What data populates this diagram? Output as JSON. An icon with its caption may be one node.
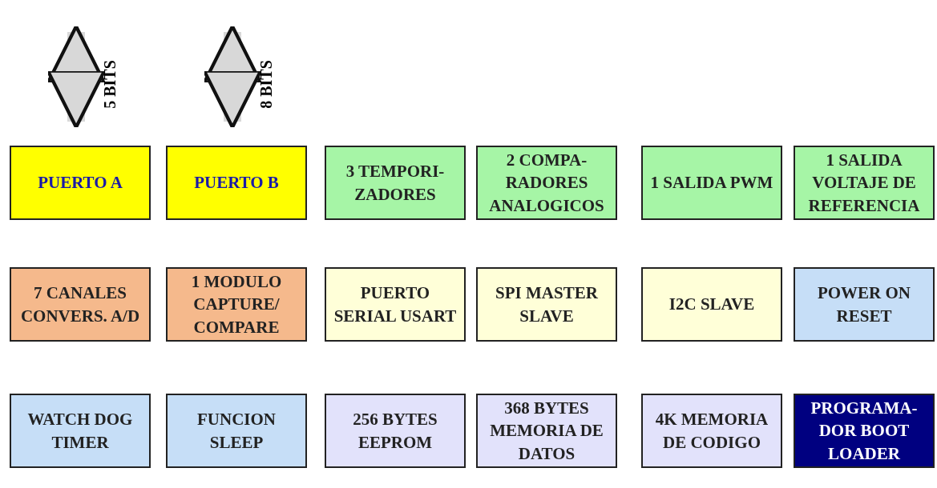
{
  "diagram": {
    "nodes": [
      {
        "text": [
          "PUERTO A"
        ]
      },
      {
        "text": [
          "PUERTO B"
        ]
      },
      {
        "text": [
          "3 TEMPORI- ZADORES"
        ]
      },
      {
        "text": [
          "2 COMPA- RADORES ANALOGICOS"
        ]
      },
      {
        "text": [
          "1 SALIDA PWM"
        ]
      },
      {
        "text": [
          "1 SALIDA VOLTAJE DE REFERENCIA"
        ]
      },
      {
        "text": [
          "7 CANALES CONVERS. A/D"
        ]
      },
      {
        "text": [
          "1 MODULO CAPTURE/ COMPARE"
        ]
      },
      {
        "text": [
          "PUERTO SERIAL USART"
        ]
      },
      {
        "text": [
          "SPI MASTER SLAVE"
        ]
      },
      {
        "text": [
          "I2C SLAVE"
        ]
      },
      {
        "text": [
          "POWER ON RESET"
        ]
      },
      {
        "text": [
          "WATCH DOG TIMER"
        ]
      },
      {
        "text": [
          "FUNCION SLEEP"
        ]
      },
      {
        "text": [
          "256 BYTES EEPROM"
        ]
      },
      {
        "text": [
          "368 BYTES MEMORIA DE DATOS"
        ]
      },
      {
        "text": [
          "4K MEMORIA DE CODIGO"
        ]
      },
      {
        "text": [
          "PROGRAMA- DOR BOOT LOADER"
        ]
      }
    ],
    "edges": [
      {
        "from": null,
        "to": 0,
        "arrow": "both",
        "label": "5 BITS"
      },
      {
        "from": null,
        "to": 1,
        "arrow": "both",
        "label": "8 BITS"
      }
    ]
  }
}
